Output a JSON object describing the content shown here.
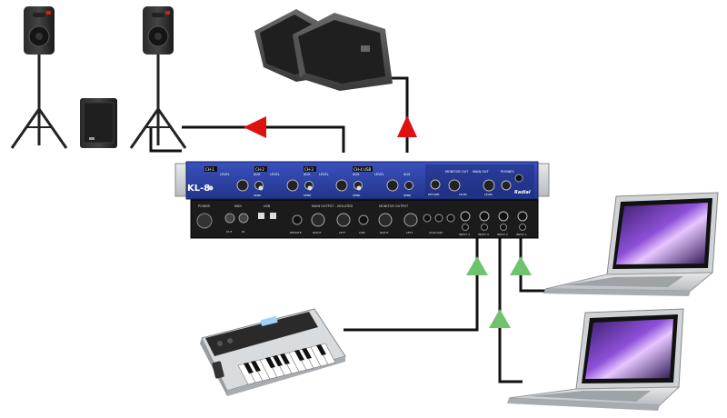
{
  "colors": {
    "cable": "#111111",
    "arrow_out": "#e01010",
    "arrow_in": "#6fc36f",
    "rack_blue": "#2c3f9e",
    "rack_dark": "#1b1b1b"
  },
  "front_panel": {
    "model": "KL-8",
    "channels": [
      {
        "ch": "CH-1",
        "level": "LEVEL",
        "aux": "AUX",
        "send": "SEND"
      },
      {
        "ch": "CH-2",
        "level": "LEVEL",
        "aux": "AUX",
        "send": "SEND"
      },
      {
        "ch": "CH-3",
        "level": "LEVEL",
        "aux": "AUX",
        "send": "SEND"
      },
      {
        "ch": "CH-4 USB",
        "level": "LEVEL",
        "aux": "AUX",
        "send": "SEND"
      }
    ],
    "aux_return": "RETURN",
    "monitor_out": "MONITOR OUT",
    "monitor_level": "LEVEL",
    "main_out": "MAIN OUT",
    "main_level": "LEVEL",
    "phones": "PHONES",
    "brand": "Radial"
  },
  "rear_panel": {
    "power": "POWER",
    "midi": "MIDI",
    "midi_out": "OUT",
    "midi_in": "IN",
    "usb": "USB",
    "main_output": "MAIN OUTPUT - ISOLATED",
    "monitor_output": "MONITOR OUTPUT",
    "remote": "REMOTE",
    "right": "RIGHT",
    "left": "LEFT",
    "link": "LINK",
    "auxiliary": "AUXILIARY",
    "inputs": [
      "INPUT 4",
      "INPUT 3",
      "INPUT 2",
      "INPUT 1"
    ]
  },
  "icons": {
    "speaker": "pa-speaker-icon",
    "subwoofer": "subwoofer-icon",
    "monitor": "stage-monitor-icon",
    "keyboard": "midi-keyboard-icon",
    "laptop": "laptop-icon"
  }
}
